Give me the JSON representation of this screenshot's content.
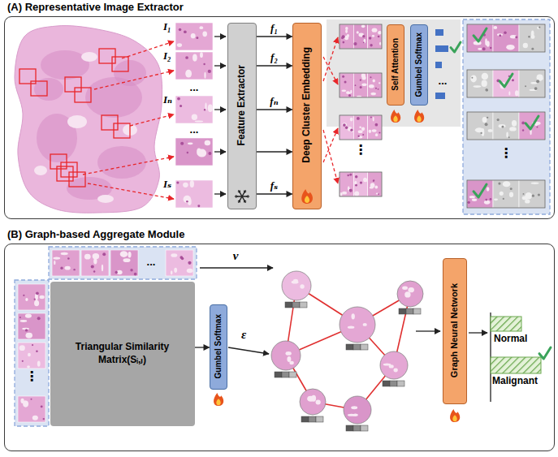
{
  "diagram": {
    "nodes": [
      {
        "text": [
          "(A) Representative Image Extractor"
        ]
      },
      {
        "text": [
          "Feature Extractor"
        ],
        "in": 0
      },
      {
        "text": [
          "Deep Cluster Embedding"
        ],
        "in": 0
      },
      {
        "text": [
          "Self Attention"
        ],
        "in": 0
      },
      {
        "text": [
          "Gumbel Softmax"
        ],
        "in": 0
      },
      {
        "text": [
          "(B) Graph-based Aggregate Module"
        ]
      },
      {
        "text": [
          "Triangular Similarity Matrix(Sᵢ,ⱼ)"
        ],
        "in": 5
      },
      {
        "text": [
          "Gumbel Softmax"
        ],
        "in": 5
      },
      {
        "text": [
          "Graph Neural Network"
        ],
        "in": 5
      }
    ],
    "edges": [
      {
        "from": 1,
        "to": 2,
        "arrow": "to",
        "label": "f₁"
      },
      {
        "from": 1,
        "to": 2,
        "arrow": "to",
        "label": "f₂"
      },
      {
        "from": 1,
        "to": 2,
        "arrow": "to",
        "label": "fₙ"
      },
      {
        "from": 1,
        "to": 2,
        "arrow": "to"
      },
      {
        "from": 1,
        "to": 2,
        "arrow": "to",
        "label": "fₛ"
      },
      {
        "from": 6,
        "to": 7,
        "arrow": "to"
      }
    ],
    "labels": [
      "I₁",
      "I₂",
      "...",
      "Iₙ",
      "...",
      "Iₛ",
      "⋮",
      "...",
      "⋮",
      "v",
      "...",
      "⋮",
      "ε",
      "Normal",
      "Malignant"
    ]
  }
}
